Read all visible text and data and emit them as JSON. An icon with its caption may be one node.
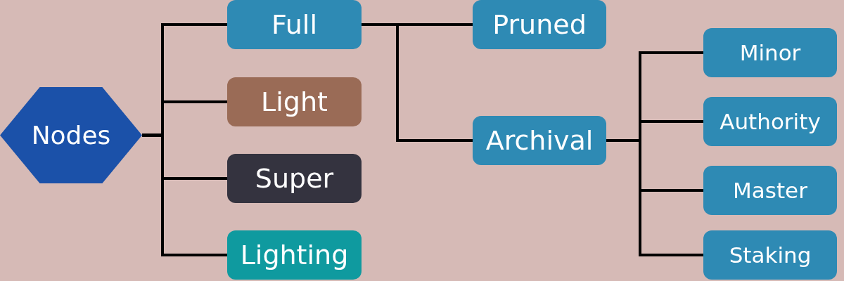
{
  "diagram": {
    "nodes": [
      {
        "text": [
          "Nodes"
        ]
      },
      {
        "text": [
          "Full"
        ]
      },
      {
        "text": [
          "Light"
        ]
      },
      {
        "text": [
          "Super"
        ]
      },
      {
        "text": [
          "Lighting"
        ]
      },
      {
        "text": [
          "Pruned"
        ]
      },
      {
        "text": [
          "Archival"
        ]
      },
      {
        "text": [
          "Minor"
        ]
      },
      {
        "text": [
          "Authority"
        ]
      },
      {
        "text": [
          "Master"
        ]
      },
      {
        "text": [
          "Staking"
        ]
      }
    ],
    "edges": [
      {
        "from": 0,
        "to": 1,
        "arrow": "none"
      },
      {
        "from": 0,
        "to": 2,
        "arrow": "none"
      },
      {
        "from": 0,
        "to": 3,
        "arrow": "none"
      },
      {
        "from": 0,
        "to": 4,
        "arrow": "none"
      },
      {
        "from": 1,
        "to": 5,
        "arrow": "none"
      },
      {
        "from": 1,
        "to": 6,
        "arrow": "none"
      },
      {
        "from": 6,
        "to": 7,
        "arrow": "none"
      },
      {
        "from": 6,
        "to": 8,
        "arrow": "none"
      },
      {
        "from": 6,
        "to": 9,
        "arrow": "none"
      },
      {
        "from": 6,
        "to": 10,
        "arrow": "none"
      }
    ]
  }
}
